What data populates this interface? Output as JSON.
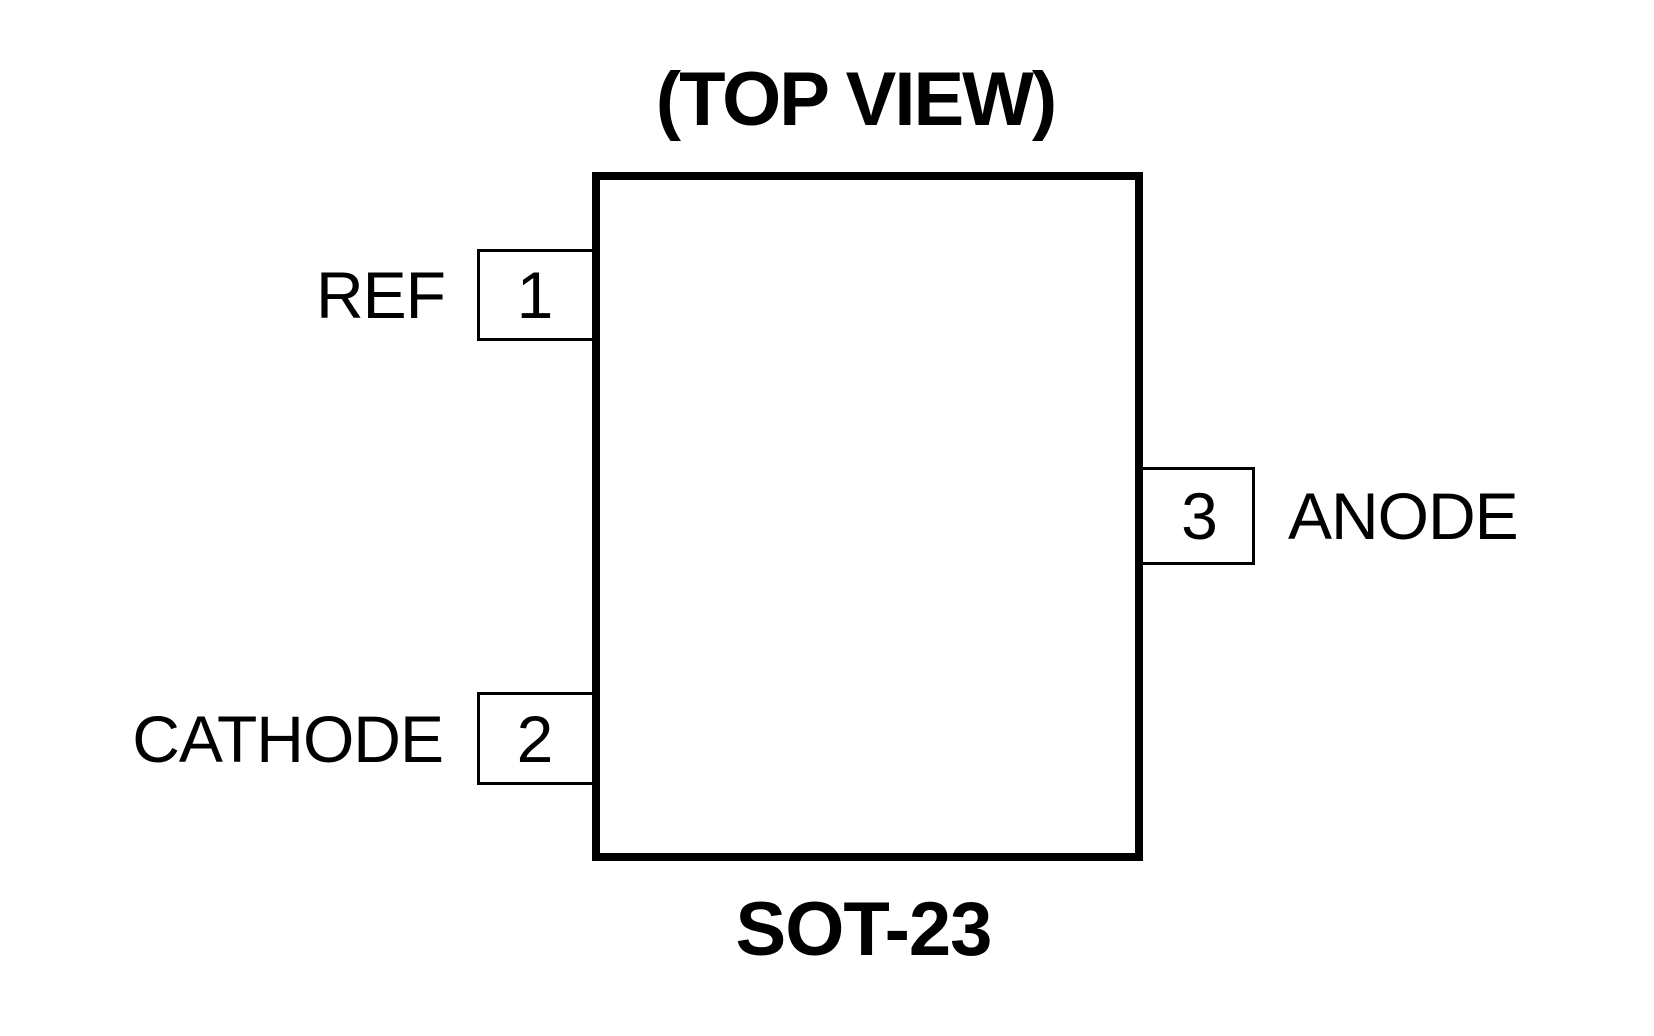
{
  "diagram": {
    "title": "(TOP VIEW)",
    "package_label": "SOT-23",
    "pins": [
      {
        "number": "1",
        "name": "REF",
        "side": "left-top"
      },
      {
        "number": "2",
        "name": "CATHODE",
        "side": "left-bottom"
      },
      {
        "number": "3",
        "name": "ANODE",
        "side": "right-middle"
      }
    ],
    "colors": {
      "line": "#000000",
      "background": "#ffffff"
    }
  }
}
